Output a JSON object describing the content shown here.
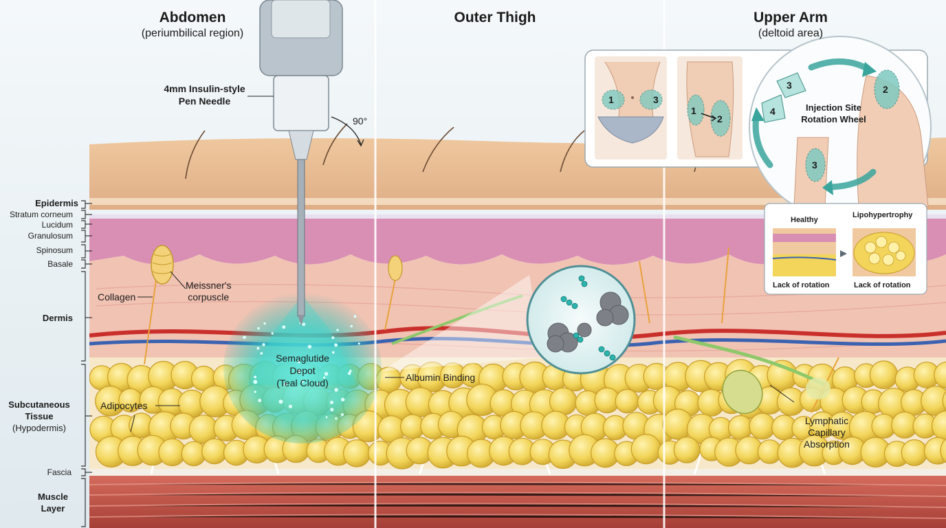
{
  "headers": {
    "abdomen": {
      "title": "Abdomen",
      "subtitle": "(periumbilical region)"
    },
    "thigh": {
      "title": "Outer Thigh",
      "subtitle": ""
    },
    "arm": {
      "title": "Upper Arm",
      "subtitle": "(deltoid area)"
    }
  },
  "needle": {
    "label_line1": "4mm Insulin-style",
    "label_line2": "Pen Needle",
    "angle": "90°"
  },
  "layers": {
    "epidermis": "Epidermis",
    "stratum_corneum": "Stratum corneum",
    "lucidum": "Lucidum",
    "granulosum": "Granulosum",
    "spinosum": "Spinosum",
    "basale": "Basale",
    "dermis": "Dermis",
    "subcutaneous_line1": "Subcutaneous",
    "subcutaneous_line2": "Tissue",
    "subcutaneous_line3": "(Hypodermis)",
    "fascia": "Fascia",
    "muscle_line1": "Muscle",
    "muscle_line2": "Layer"
  },
  "callouts": {
    "collagen": "Collagen",
    "meissner_line1": "Meissner's",
    "meissner_line2": "corpuscle",
    "adipocytes": "Adipocytes",
    "depot_line1": "Semaglutide",
    "depot_line2": "Depot",
    "depot_line3": "(Teal Cloud)",
    "albumin": "Albumin Binding",
    "lymph_line1": "Lymphatic",
    "lymph_line2": "Capillary",
    "lymph_line3": "Absorption"
  },
  "rotation": {
    "wheel_line1": "Injection Site",
    "wheel_line2": "Rotation Wheel",
    "abdomen_nums": [
      "1",
      "3"
    ],
    "thigh_nums": [
      "1",
      "2"
    ],
    "wheel_nums": [
      "3",
      "4",
      "2",
      "3"
    ]
  },
  "lipo": {
    "healthy": "Healthy",
    "lipohypertrophy": "Lipohypertrophy",
    "caption_left": "Lack of rotation",
    "caption_right": "Lack of rotation"
  },
  "colors": {
    "epidermis": "#e9b990",
    "dermis_pink": "#d98fb4",
    "dermis": "#f1c3b3",
    "fat": "#f2d55a",
    "muscle": "#c4554a",
    "teal": "#3ed6cf",
    "artery": "#c9302c",
    "vein": "#3a62b0"
  }
}
